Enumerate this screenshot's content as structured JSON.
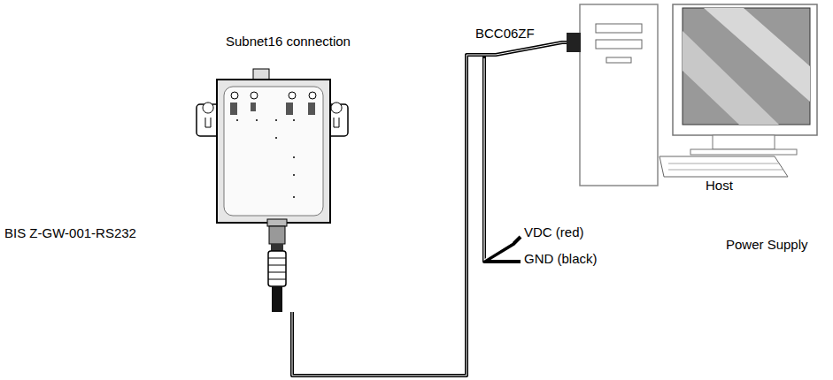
{
  "diagram": {
    "nodes": [
      {
        "text": [
          "BIS Z-GW-001-RS232"
        ]
      },
      {
        "text": [
          "Host"
        ]
      }
    ],
    "edges": [
      {
        "from": 0,
        "to": 1,
        "label": "BCC06ZF",
        "arrow": "none"
      }
    ],
    "labels": [
      "Subnet16 connection",
      "VDC (red)",
      "GND (black)",
      "Power Supply"
    ]
  }
}
